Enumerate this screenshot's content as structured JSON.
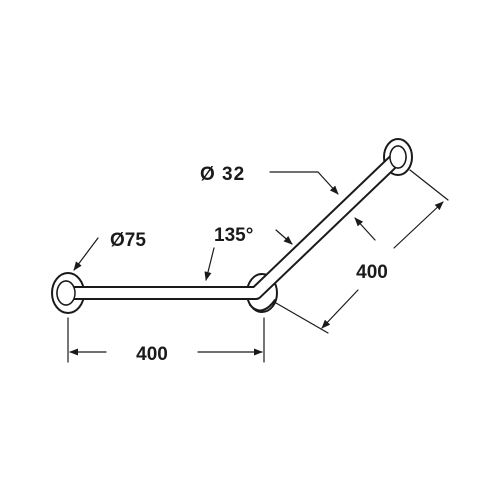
{
  "labels": {
    "tube_diameter": "Ø 32",
    "rosette_diameter": "Ø75",
    "angle": "135°",
    "length_horizontal": "400",
    "length_angled": "400"
  },
  "colors": {
    "line": "#1a1a1a",
    "background": "#ffffff"
  }
}
